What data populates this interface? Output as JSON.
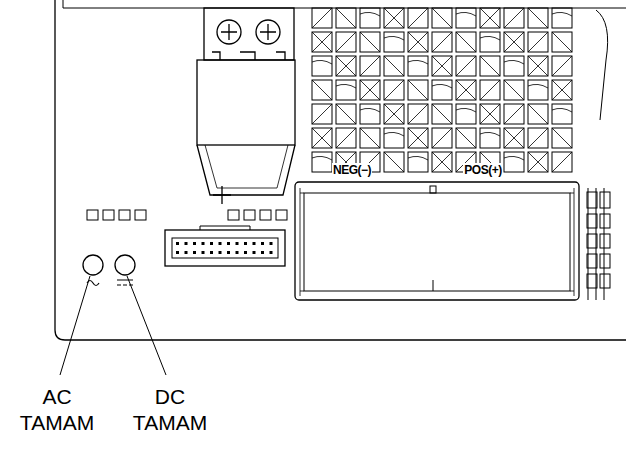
{
  "diagram": {
    "labels": [
      "NEG(−)",
      "POS(+)",
      "AC TAMAM",
      "DC TAMAM"
    ]
  }
}
